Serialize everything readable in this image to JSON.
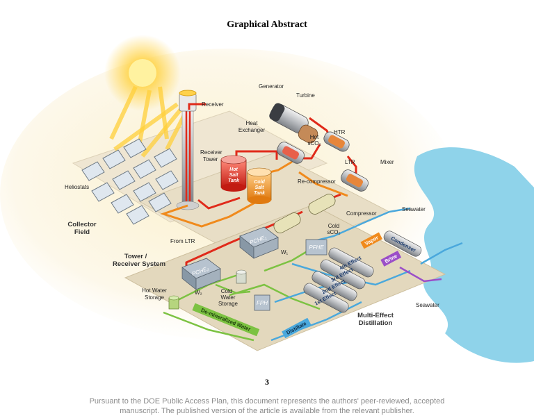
{
  "page": {
    "title": "Graphical Abstract",
    "page_number": "3",
    "footer": [
      "Pursuant to the DOE Public Access Plan, this document represents the authors' peer-reviewed, accepted",
      "manuscript. The published version of the article is available from the relevant publisher."
    ]
  },
  "diagram": {
    "labels": {
      "receiver": "Receiver",
      "receiver_tower": [
        "Receiver",
        "Tower"
      ],
      "heliostats": "Heliostats",
      "collector_field": [
        "Collector",
        "Field"
      ],
      "tower_receiver_system": [
        "Tower /",
        "Receiver System"
      ],
      "heat_exchanger": [
        "Heat",
        "Exchanger"
      ],
      "generator": "Generator",
      "turbine": "Turbine",
      "hot_sco2": [
        "Hot",
        "sCO₂"
      ],
      "htr": "HTR",
      "ltr": "LTR",
      "mixer": "Mixer",
      "recompressor": "Re-compressor",
      "compressor": "Compressor",
      "cold_sco2": [
        "Cold",
        "sCO₂"
      ],
      "from_ltr": "From LTR",
      "hot_water_storage": [
        "Hot Water",
        "Storage"
      ],
      "cold_water_storage": [
        "Cold",
        "Water",
        "Storage"
      ],
      "seawater_top": "Seawater",
      "seawater_right": "Seawater",
      "multi_effect_distillation": [
        "Multi-Effect",
        "Distillation"
      ],
      "w1": "W₁",
      "w2": "W₂"
    },
    "tanks": {
      "hot": [
        "Hot",
        "Salt",
        "Tank"
      ],
      "cold": [
        "Cold",
        "Salt",
        "Tank"
      ]
    },
    "equipment": {
      "pche1": "PCHE₁",
      "pche2": "PCHE₂",
      "pfhe": "PFHE",
      "fph": "FPH"
    },
    "effects": [
      "4th Effect",
      "3rd Effect",
      "2nd Effect",
      "1st Effect"
    ],
    "tags": {
      "vapor": "Vapor",
      "condenser": "Condenser",
      "brine": "Brine",
      "demineralized_water": "De-mineralized Water",
      "distillate": "Distillate"
    },
    "colors": {
      "hot_loop": "#e02a1a",
      "cold_loop": "#f08a1c",
      "water_loop": "#7cc242",
      "seawater": "#4aa8dc",
      "brine": "#9b4fc8",
      "platform": "#ece3cf",
      "sea": "#8fd3ea"
    }
  }
}
